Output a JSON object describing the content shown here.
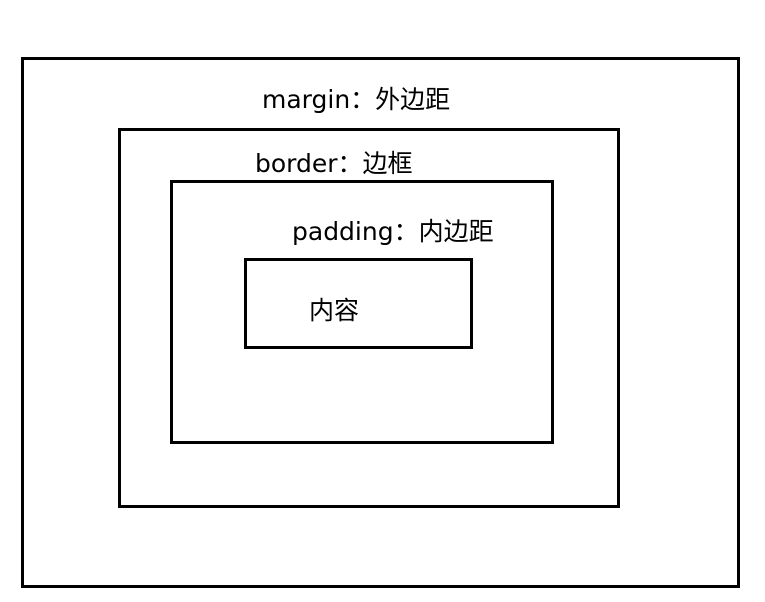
{
  "diagram": {
    "margin_label": "margin：外边距",
    "border_label": "border：边框",
    "padding_label": "padding：内边距",
    "content_label": "内容",
    "colors": {
      "stroke": "#000000",
      "background": "#ffffff",
      "text": "#000000"
    }
  }
}
